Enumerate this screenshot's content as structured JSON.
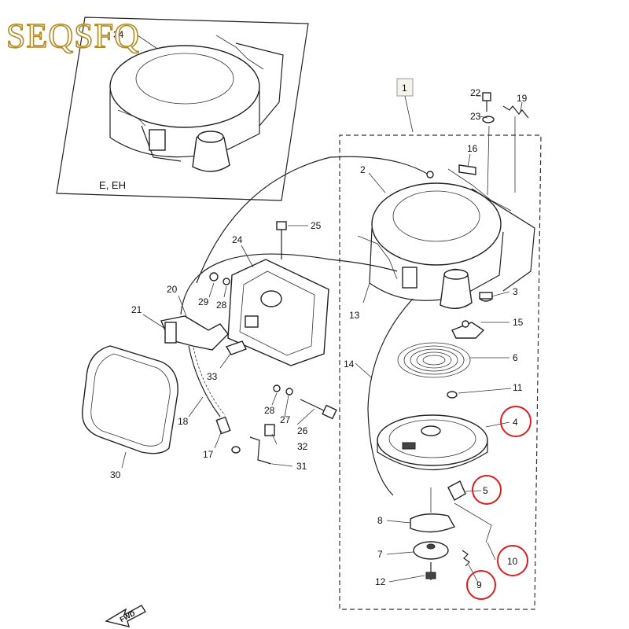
{
  "brand_text": "SEQSFQ",
  "inset_label": "E, EH",
  "fwd_label": "FWD",
  "assembly_label": "1",
  "callouts": {
    "p2": "2",
    "p3": "3",
    "p4": "4",
    "p5": "5",
    "p6": "6",
    "p7": "7",
    "p8": "8",
    "p9": "9",
    "p10": "10",
    "p11": "11",
    "p12": "12",
    "p13": "13",
    "p14": "14",
    "p15": "15",
    "p16": "16",
    "p17": "17",
    "p18": "18",
    "p19": "19",
    "p20": "20",
    "p21": "21",
    "p22": "22",
    "p23": "23",
    "p24": "24",
    "p25": "25",
    "p26": "26",
    "p27": "27",
    "p28a": "28",
    "p28b": "28",
    "p29": "29",
    "p30": "30",
    "p31": "31",
    "p32": "32",
    "p33": "33",
    "p34": "34"
  },
  "highlight_color": "#d62020",
  "brand_color": "#b08a22"
}
